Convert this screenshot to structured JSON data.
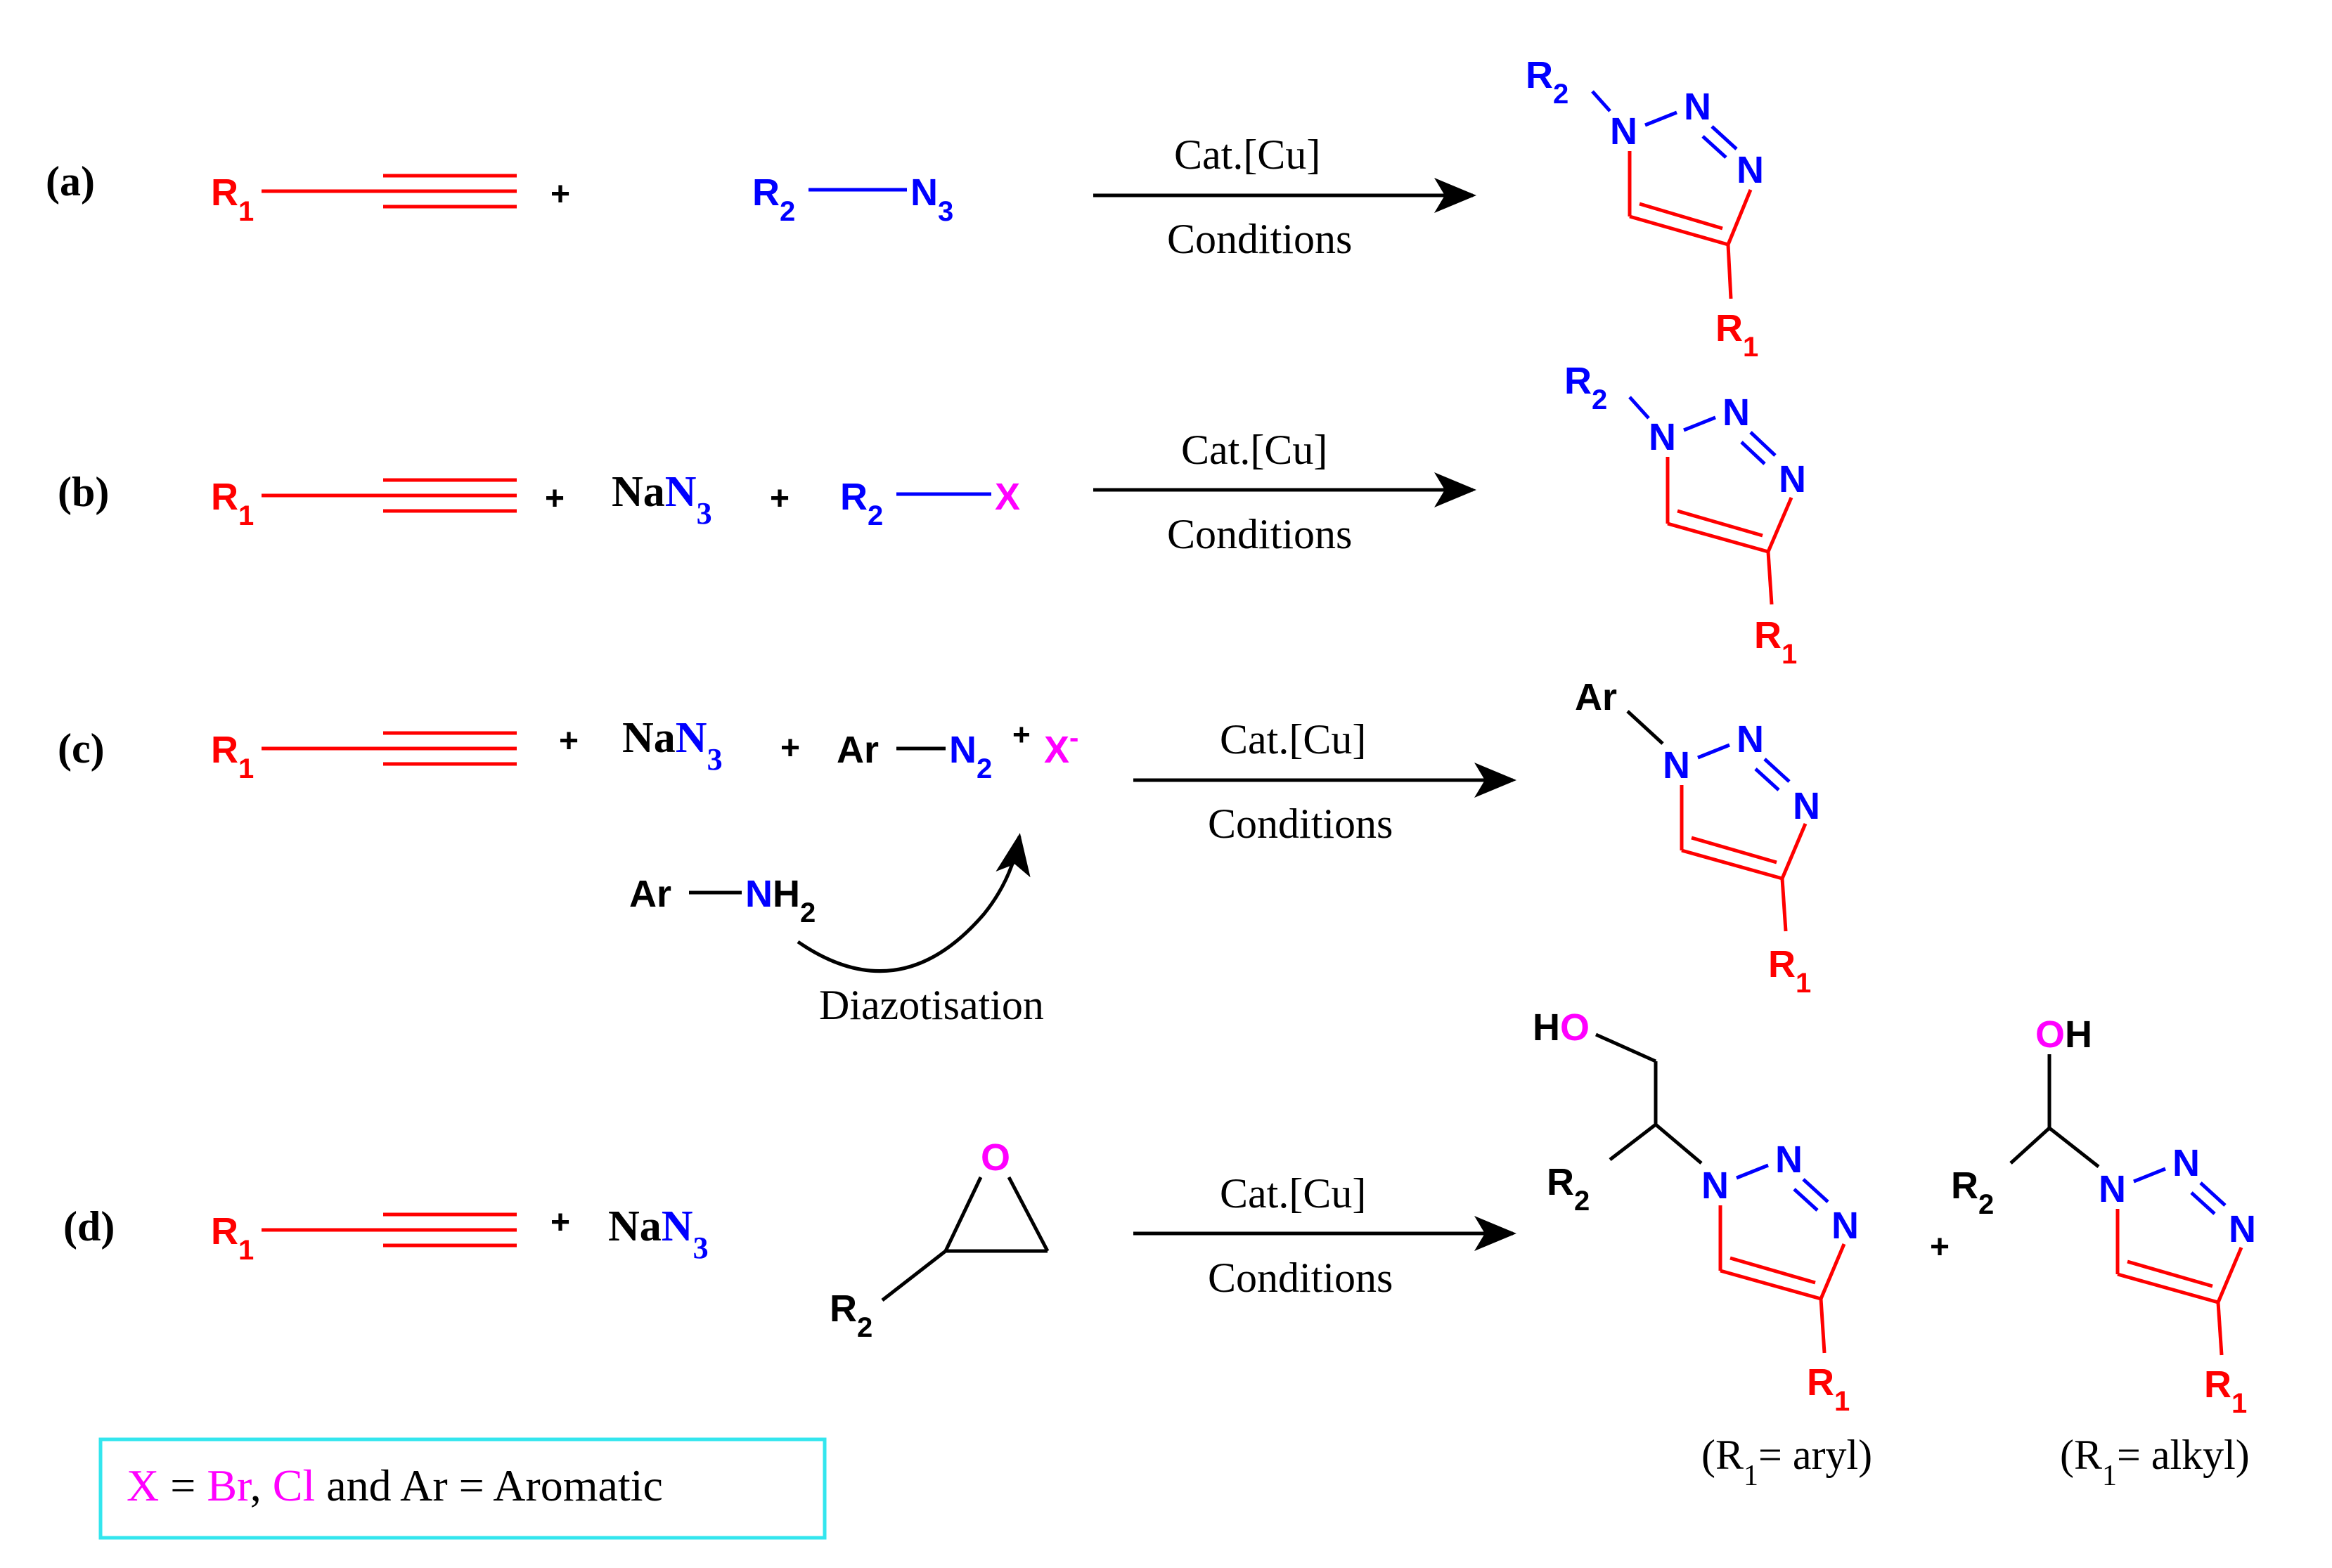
{
  "labels": {
    "a": "(a)",
    "b": "(b)",
    "c": "(c)",
    "d": "(d)"
  },
  "atoms": {
    "R": "R",
    "sub1": "1",
    "sub2": "2",
    "sub3": "3",
    "N": "N",
    "Na": "Na",
    "X": "X",
    "Ar": "Ar",
    "O": "O",
    "H": "H",
    "plus": "+",
    "minus": "-"
  },
  "conditions": {
    "catalyst": "Cat.[Cu]",
    "conditions": "Conditions"
  },
  "diazotisation": "Diazotisation",
  "product_notes": {
    "aryl_prefix": "(R",
    "aryl_suffix": "= aryl)",
    "alkyl_prefix": "(R",
    "alkyl_suffix": "= alkyl)"
  },
  "legend": {
    "x": "X",
    "eq": " = ",
    "br": "Br",
    "comma": ", ",
    "cl": "Cl",
    "rest": " and Ar = Aromatic"
  },
  "colors": {
    "alkyne": "#ff0000",
    "azide": "#0000ff",
    "halide": "#ff00ff",
    "legend_border": "#33e6ee"
  }
}
